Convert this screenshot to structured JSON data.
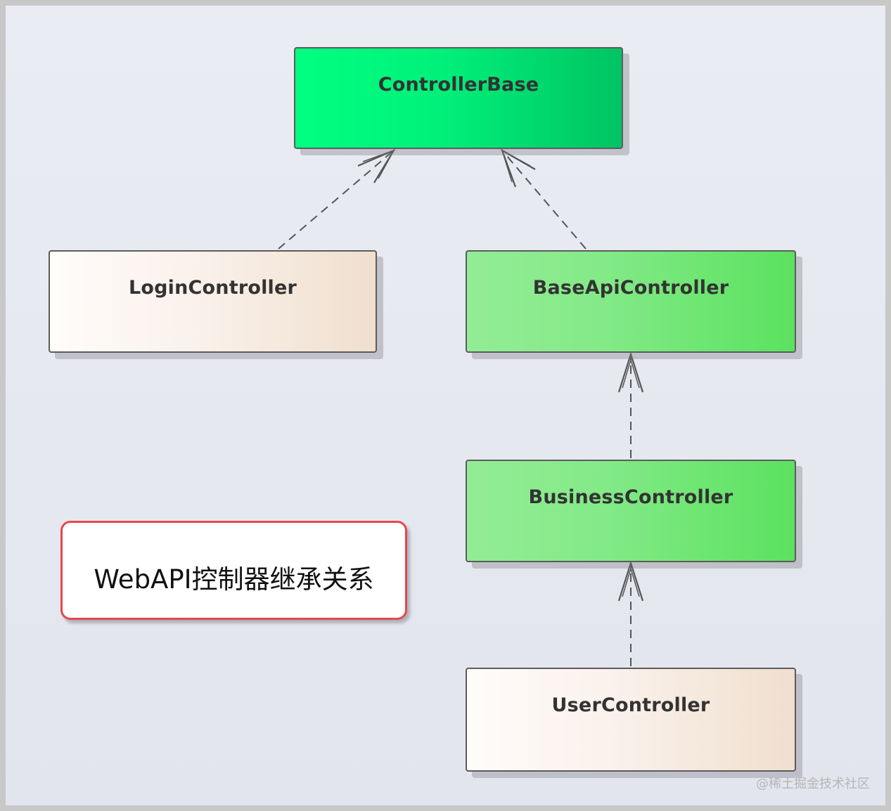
{
  "classes": {
    "controller_base": "ControllerBase",
    "login_controller": "LoginController",
    "base_api_controller": "BaseApiController",
    "business_controller": "BusinessController",
    "user_controller": "UserController"
  },
  "note": "WebAPI控制器继承关系",
  "watermark": "@稀土掘金技术社区",
  "relationships": [
    {
      "from": "LoginController",
      "to": "ControllerBase",
      "style": "dashed",
      "arrow": "open"
    },
    {
      "from": "BaseApiController",
      "to": "ControllerBase",
      "style": "dashed",
      "arrow": "open"
    },
    {
      "from": "BusinessController",
      "to": "BaseApiController",
      "style": "dashed",
      "arrow": "open"
    },
    {
      "from": "UserController",
      "to": "BusinessController",
      "style": "dashed",
      "arrow": "open"
    }
  ],
  "colors": {
    "base_fill": "#00ff80",
    "green_fill": "#84ea88",
    "beige_fill": "#f0dfce",
    "note_border": "#e5484d",
    "edge": "#555555"
  }
}
